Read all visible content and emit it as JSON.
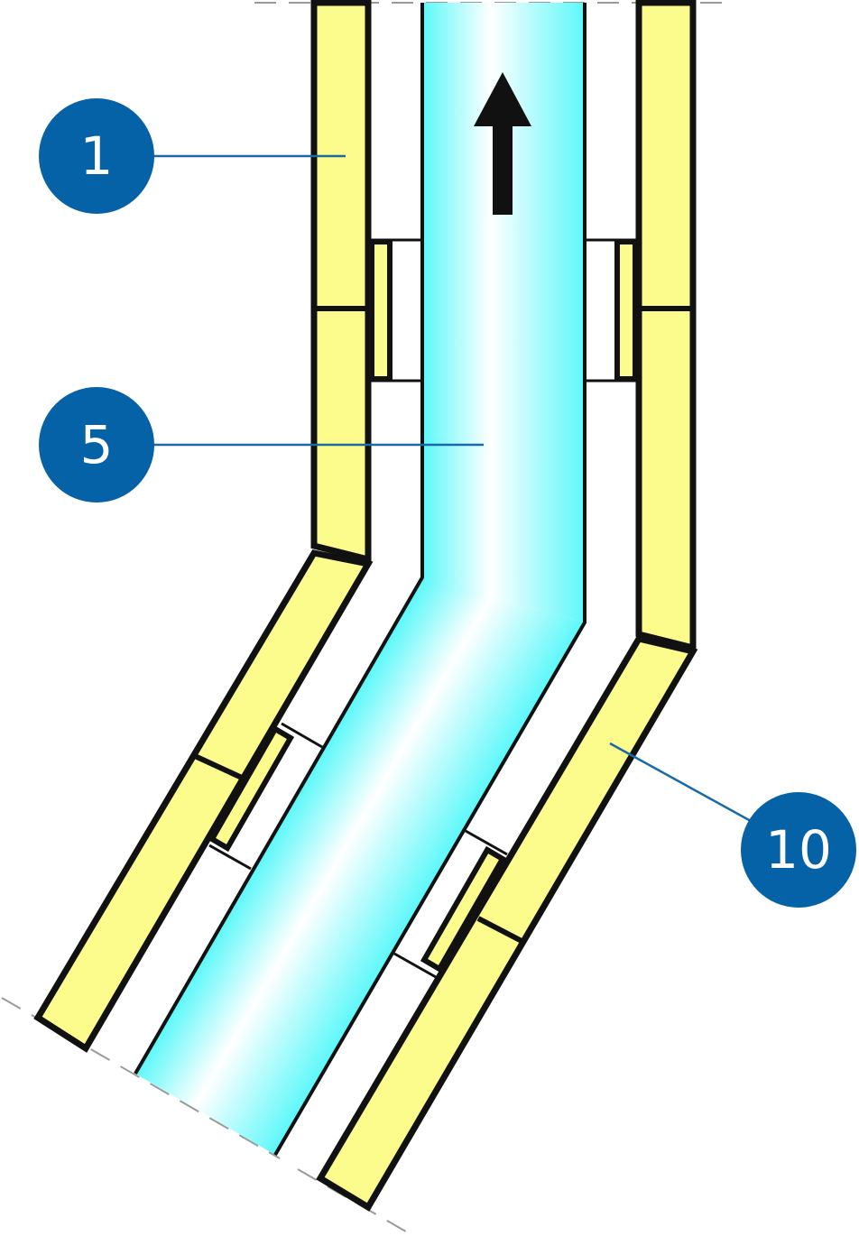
{
  "diagram": {
    "colors": {
      "insulation": "#fbfc8c",
      "outline": "#111111",
      "callout": "#0562a7",
      "leader": "#1a6aa5",
      "flow_light": "#ffffff",
      "flow_dark": "#5cf8fa",
      "cut_line": "#9a9a9a"
    },
    "flow_direction_icon": "arrow-up-icon",
    "callouts": [
      {
        "id": "callout-1",
        "number": "1"
      },
      {
        "id": "callout-5",
        "number": "5"
      },
      {
        "id": "callout-10",
        "number": "10"
      }
    ]
  }
}
